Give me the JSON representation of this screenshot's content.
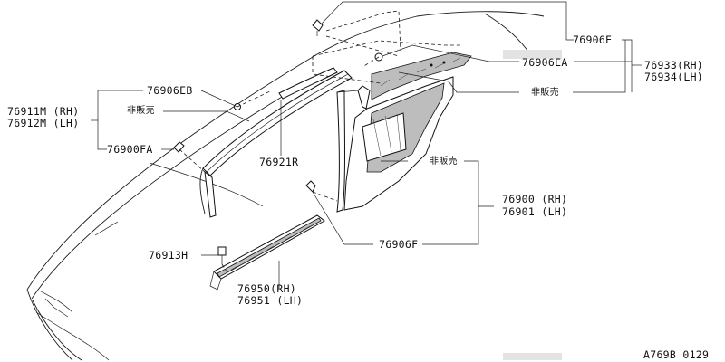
{
  "diagram": {
    "labels": {
      "p76906E": "76906E",
      "p76906EA": "76906EA",
      "p76933": "76933(RH)",
      "p76934": "76934(LH)",
      "not_sold_1": "非販売",
      "p76906EB": "76906EB",
      "p76911M": "76911M (RH)",
      "not_sold_2": "非販売",
      "p76912M": "76912M (LH)",
      "p76900FA": "76900FA",
      "p76921R": "76921R",
      "not_sold_3": "非販売",
      "p76900": "76900 (RH)",
      "p76901": "76901 (LH)",
      "p76906F": "76906F",
      "p76913H": "76913H",
      "p76950": "76950(RH)",
      "p76951": "76951 (LH)",
      "figure_code": "A769B 0129"
    }
  }
}
